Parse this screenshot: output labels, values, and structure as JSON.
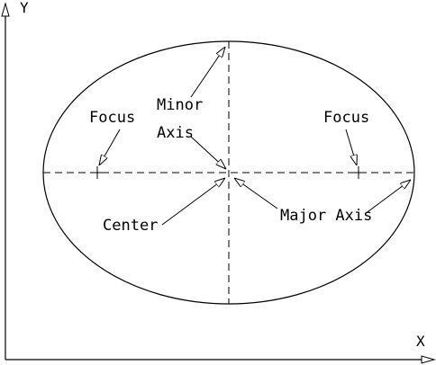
{
  "diagram": {
    "axes": {
      "x_label": "X",
      "y_label": "Y"
    },
    "labels": {
      "focus_left": "Focus",
      "focus_right": "Focus",
      "minor_axis_line1": "Minor",
      "minor_axis_line2": "Axis",
      "center": "Center",
      "major_axis": "Major Axis"
    },
    "colors": {
      "stroke": "#000000",
      "background": "#ffffff"
    }
  }
}
